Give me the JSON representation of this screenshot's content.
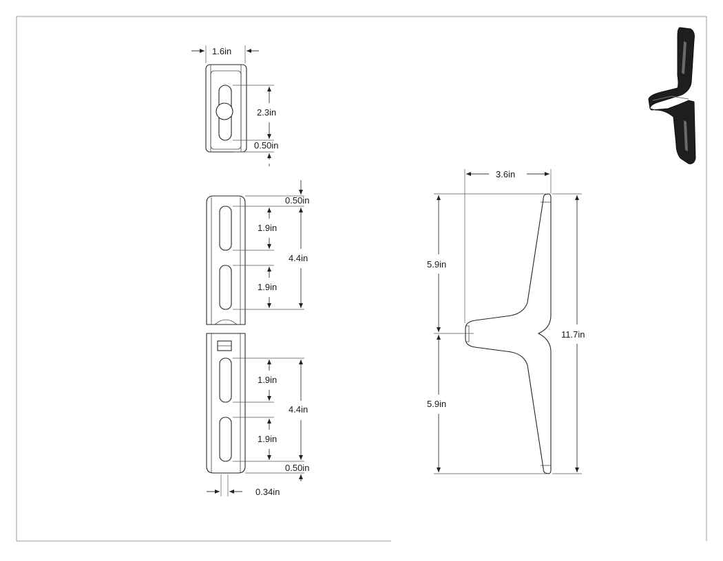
{
  "drawing": {
    "top_view": {
      "width_label": "1.6in",
      "slot_length_label": "2.3in",
      "slot_offset_label": "0.50in"
    },
    "front_view": {
      "upper": {
        "top_offset_label": "0.50in",
        "slot1_label": "1.9in",
        "slot2_label": "1.9in",
        "span_label": "4.4in"
      },
      "lower": {
        "slot1_label": "1.9in",
        "slot2_label": "1.9in",
        "span_label": "4.4in",
        "bottom_offset_label": "0.50in"
      },
      "pin_label": "0.34in"
    },
    "side_view": {
      "width_label": "3.6in",
      "upper_height_label": "5.9in",
      "lower_height_label": "5.9in",
      "total_height_label": "11.7in"
    }
  },
  "colors": {
    "line": "#222222",
    "frame": "#999999",
    "thumbnail": "#1e1e1e"
  }
}
